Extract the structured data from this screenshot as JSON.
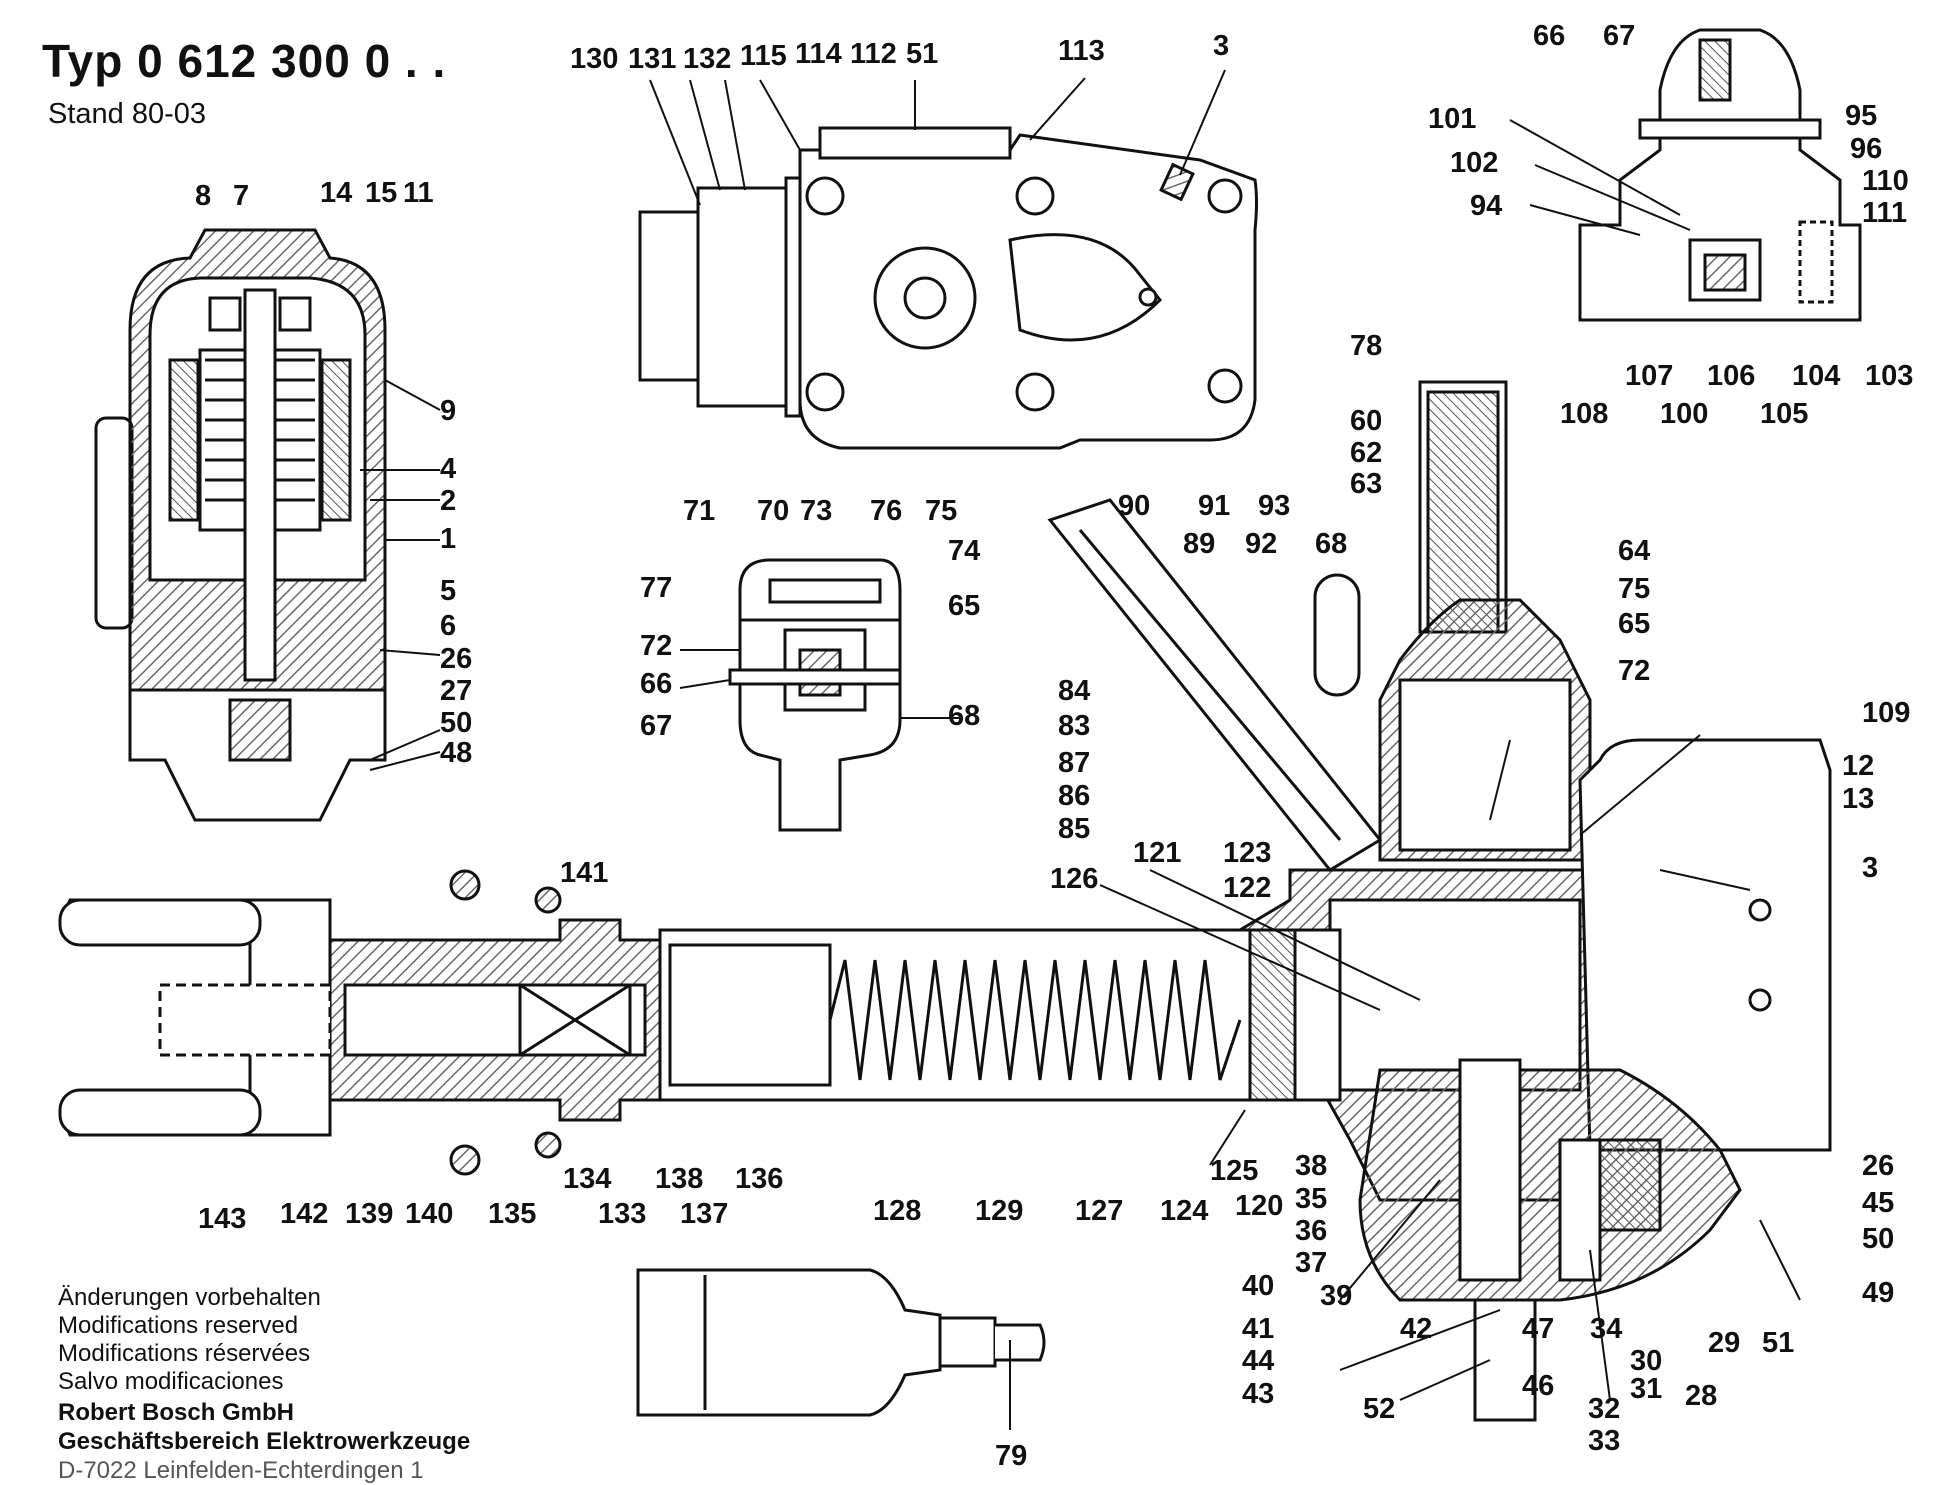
{
  "header": {
    "title": "Typ 0 612 300 0 . .",
    "stand": "Stand 80-03"
  },
  "footer": {
    "notes": [
      "Änderungen vorbehalten",
      "Modifications reserved",
      "Modifications réservées",
      "Salvo modificaciones"
    ],
    "company": "Robert Bosch GmbH",
    "division": "Geschäftsbereich Elektrowerkzeuge",
    "address": "D-7022 Leinfelden-Echterdingen 1"
  },
  "callouts": {
    "motor_view": [
      "8",
      "7",
      "14",
      "15",
      "11",
      "9",
      "4",
      "2",
      "1",
      "5",
      "6",
      "26",
      "27",
      "50",
      "48"
    ],
    "gearbox_top_view": [
      "130",
      "131",
      "132",
      "115",
      "114",
      "112",
      "51",
      "113",
      "3"
    ],
    "switch_detail": [
      "71",
      "70",
      "73",
      "76",
      "75",
      "74",
      "77",
      "65",
      "72",
      "66",
      "67",
      "68"
    ],
    "valve_detail": [
      "66",
      "67",
      "101",
      "102",
      "94",
      "95",
      "96",
      "110",
      "111",
      "108",
      "107",
      "106",
      "105",
      "104",
      "103",
      "100"
    ],
    "main_section": [
      "78",
      "60",
      "62",
      "63",
      "64",
      "75",
      "65",
      "72",
      "90",
      "91",
      "89",
      "93",
      "92",
      "68",
      "84",
      "83",
      "87",
      "86",
      "85",
      "109",
      "12",
      "13",
      "3",
      "141",
      "121",
      "123",
      "122",
      "126",
      "143",
      "142",
      "139",
      "140",
      "135",
      "134",
      "133",
      "138",
      "137",
      "136",
      "128",
      "129",
      "127",
      "124",
      "125",
      "120",
      "38",
      "35",
      "36",
      "37",
      "40",
      "39",
      "41",
      "42",
      "44",
      "43",
      "52",
      "46",
      "47",
      "34",
      "30",
      "31",
      "32",
      "33",
      "28",
      "29",
      "51",
      "26",
      "45",
      "50",
      "49"
    ],
    "chisel_detail": [
      "79"
    ]
  },
  "colors": {
    "ink": "#111111",
    "paper": "#ffffff",
    "hatch": "#6a6a6a"
  }
}
